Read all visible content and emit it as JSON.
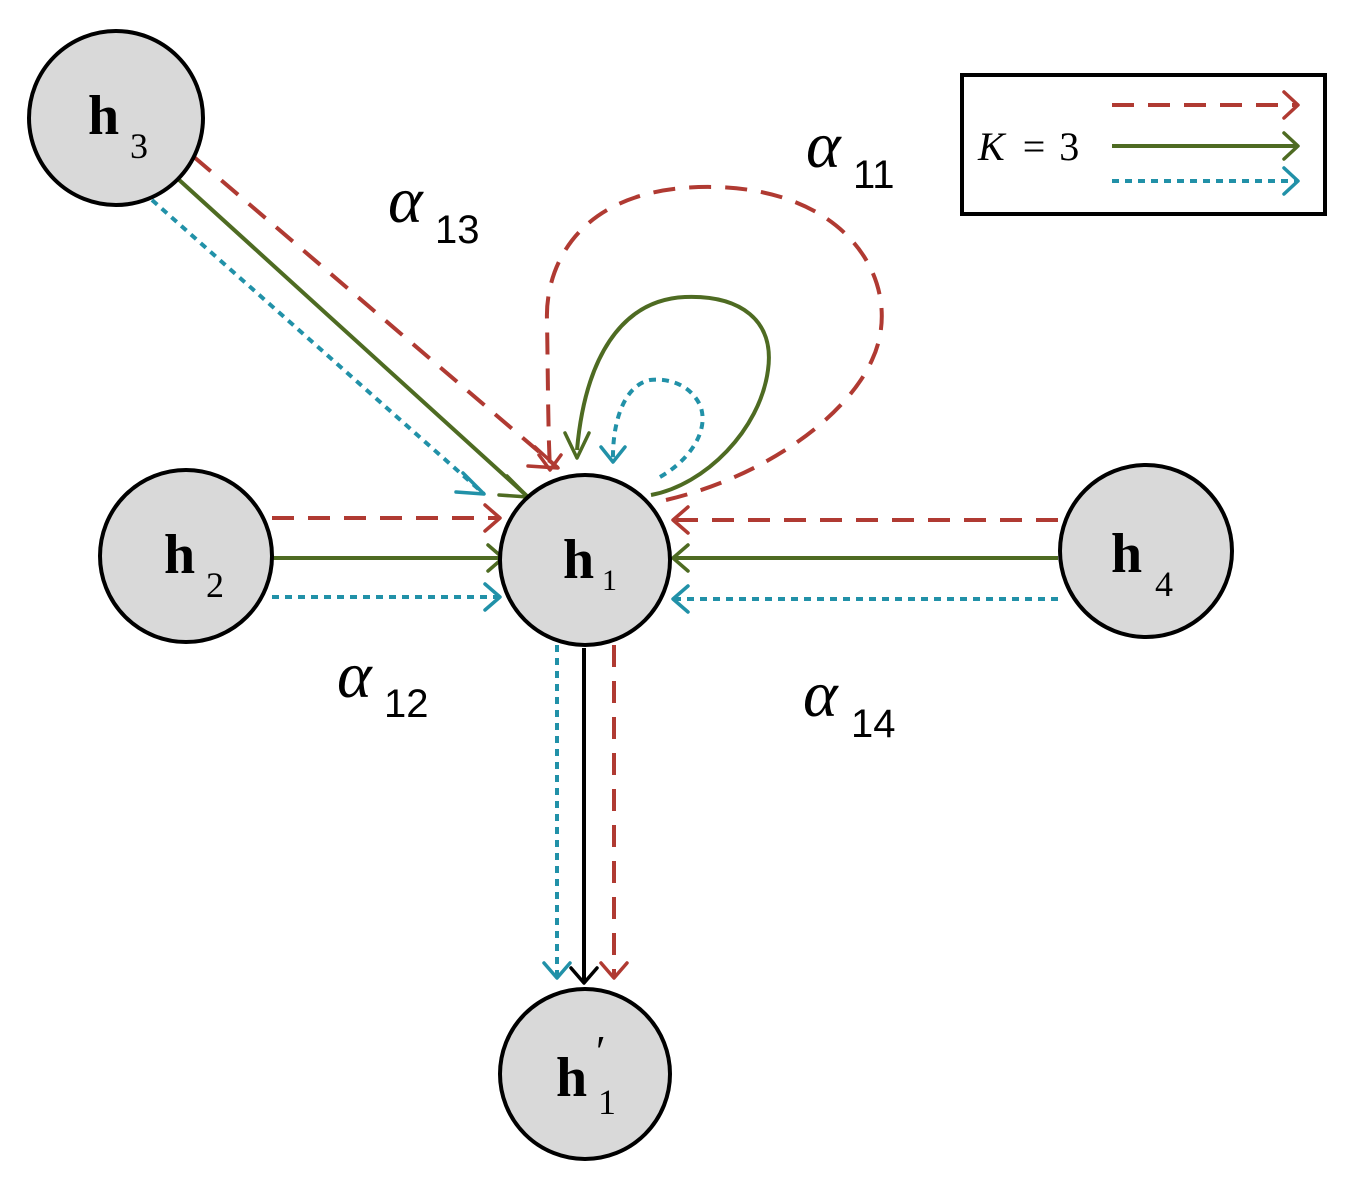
{
  "colors": {
    "head1": "#b03a32",
    "head2": "#4e6b22",
    "head3": "#2191a8",
    "output": "#000000",
    "node_fill": "#d9d9d9",
    "node_stroke": "#000000"
  },
  "nodes": {
    "h1": {
      "symbol": "h",
      "subscript": "1"
    },
    "h2": {
      "symbol": "h",
      "subscript": "2"
    },
    "h3": {
      "symbol": "h",
      "subscript": "3"
    },
    "h4": {
      "symbol": "h",
      "subscript": "4"
    },
    "h1_prime": {
      "symbol": "h",
      "prime": "′",
      "subscript": "1"
    }
  },
  "edge_labels": {
    "a11": {
      "symbol": "α",
      "subscript": "11"
    },
    "a12": {
      "symbol": "α",
      "subscript": "12"
    },
    "a13": {
      "symbol": "α",
      "subscript": "13"
    },
    "a14": {
      "symbol": "α",
      "subscript": "14"
    }
  },
  "legend": {
    "variable": "K",
    "equals": "=",
    "value": "3",
    "heads": [
      "head1-dashed",
      "head2-solid",
      "head3-dotted"
    ]
  }
}
